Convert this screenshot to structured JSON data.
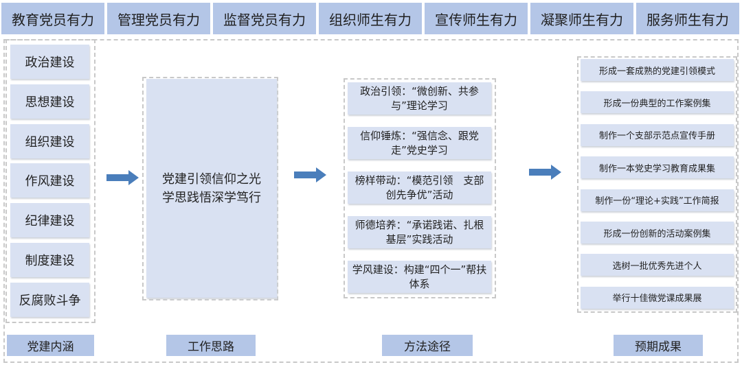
{
  "tabs": [
    "教育党员有力",
    "管理党员有力",
    "监督党员有力",
    "组织师生有力",
    "宣传师生有力",
    "凝聚师生有力",
    "服务师生有力"
  ],
  "connotation": [
    "政治建设",
    "思想建设",
    "组织建设",
    "作风建设",
    "纪律建设",
    "制度建设",
    "反腐败斗争"
  ],
  "idea": {
    "line1": "党建引领信仰之光",
    "line2": "学思践悟深学笃行"
  },
  "methods": [
    "政治引领：“微创新、共参与”理论学习",
    "信仰锤炼：“强信念、跟党走”党史学习",
    "榜样带动：“模范引领　支部创先争优”活动",
    "师德培养：“承诺践诺、扎根基层”实践活动",
    "学风建设：构建“四个一”帮扶体系"
  ],
  "results": [
    "形成一套成熟的党建引领模式",
    "形成一份典型的工作案例集",
    "制作一个支部示范点宣传手册",
    "制作一本党史学习教育成果集",
    "制作一份“理论+实践”工作简报",
    "形成一份创新的活动案例集",
    "选树一批优秀先进个人",
    "举行十佳微党课成果展"
  ],
  "labels": {
    "connotation": "党建内涵",
    "idea": "工作思路",
    "methods": "方法途径",
    "results": "预期成果"
  },
  "colors": {
    "tab": "#b4c6e7",
    "box": "#d9e1f2",
    "arrow": "#4a7ebb"
  }
}
